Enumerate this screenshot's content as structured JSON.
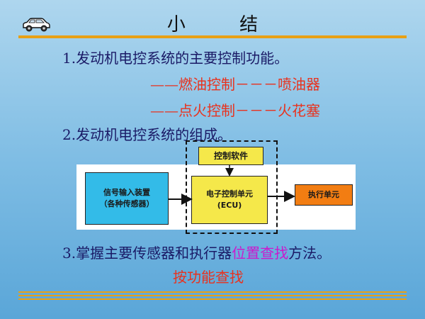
{
  "title": "小 结",
  "items": {
    "item1": "1.发动机电控系统的主要控制功能。",
    "item1_sub1": "——燃油控制－－－喷油器",
    "item1_sub2": "——点火控制－－－火花塞",
    "item2": "2.发动机电控系统的组成。",
    "item3_pre": "3.掌握主要传感器和执行器",
    "item3_highlight": "位置查找",
    "item3_post": "方法。",
    "item3_sub": "按功能查找"
  },
  "diagram": {
    "software": "控制软件",
    "sensor_line1": "信号输入装置",
    "sensor_line2": "（各种传感器）",
    "ecu_line1": "电子控制单元",
    "ecu_line2": "(ECU)",
    "actuator": "执行单元"
  },
  "colors": {
    "accent": "#e8a015",
    "text": "#1a1a66",
    "red": "#e8321e",
    "magenta": "#cc18cc",
    "sensor_box": "#33bbe8",
    "ecu_box": "#f5e84a",
    "actuator_box": "#f27d12"
  },
  "icons": {
    "logo": "car-icon"
  }
}
